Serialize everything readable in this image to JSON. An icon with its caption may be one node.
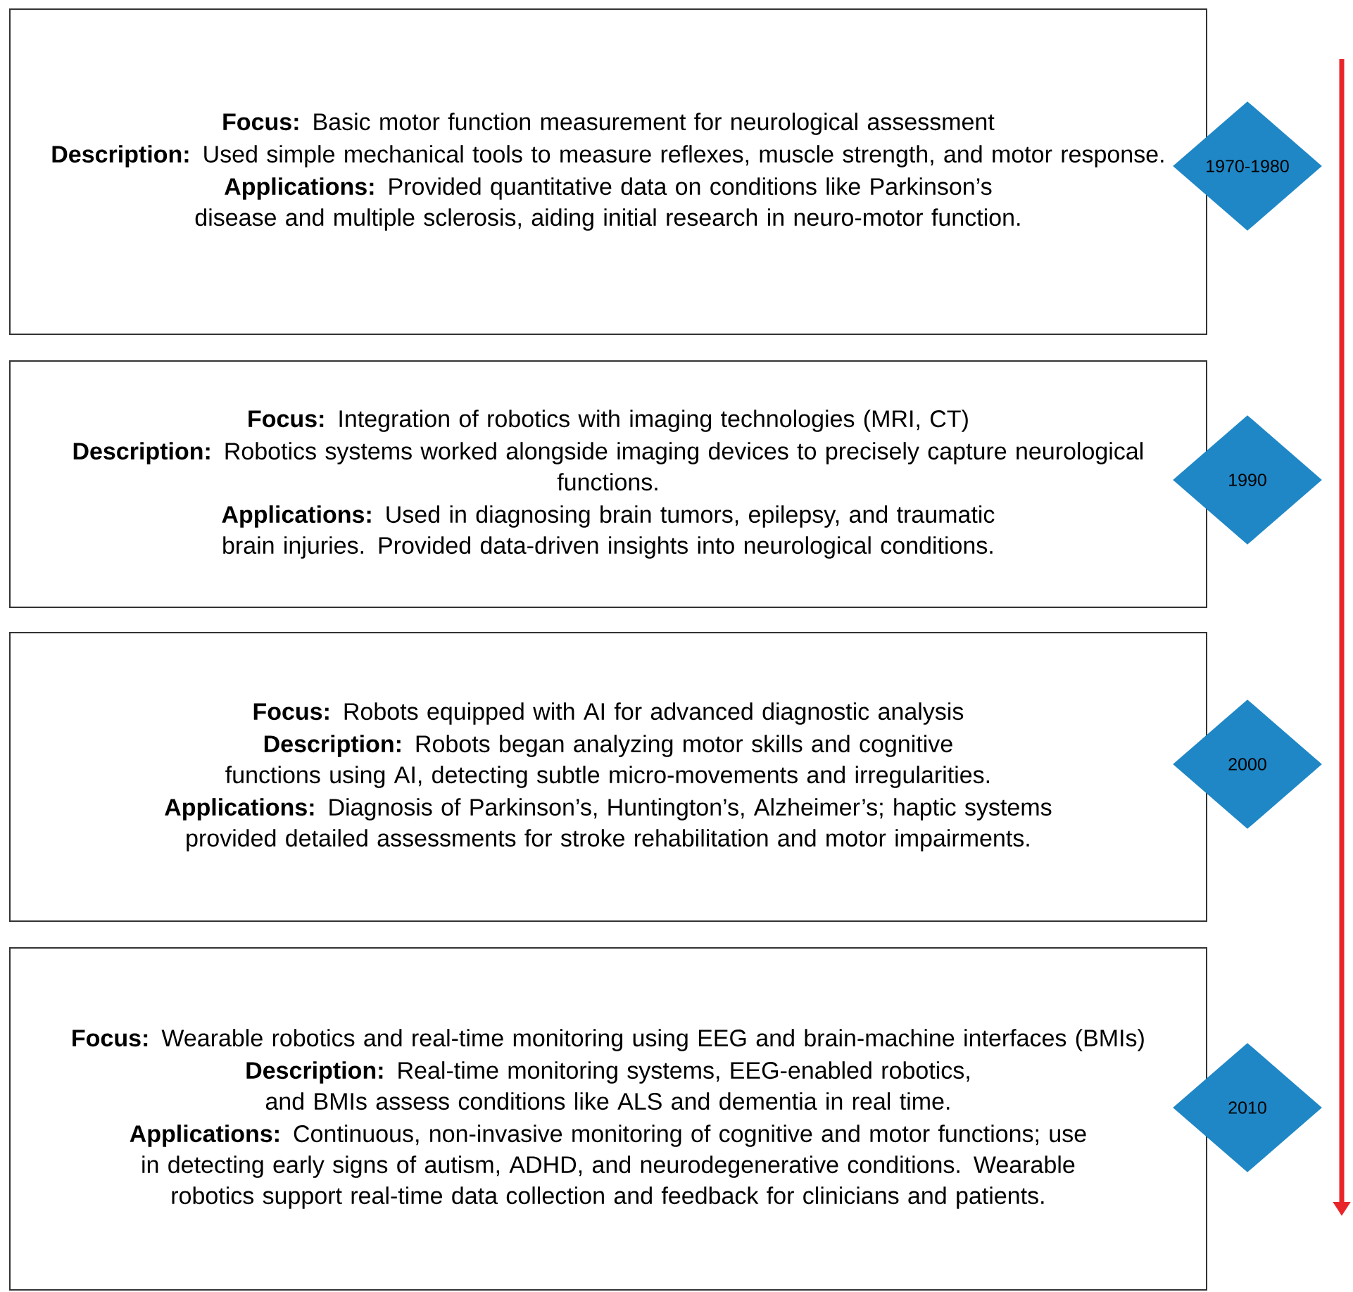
{
  "diagram": {
    "nodes": [
      {
        "text": [
          "**Focus:** Basic motor function measurement for neurological assessment",
          "**Description:** Used simple mechanical tools to measure reflexes, muscle strength, and motor response.",
          "**Applications:** Provided quantitative data on conditions like Parkinson’s disease and multiple sclerosis, aiding initial research in neuro-motor function."
        ]
      },
      {
        "text": [
          "1970-1980"
        ]
      },
      {
        "text": [
          "**Focus:** Integration of robotics with imaging technologies (MRI, CT)",
          "**Description:** Robotics systems worked alongside imaging devices to precisely capture neurological functions.",
          "**Applications:** Used in diagnosing brain tumors, epilepsy, and traumatic brain injuries. Provided data-driven insights into neurological conditions."
        ]
      },
      {
        "text": [
          "1990"
        ]
      },
      {
        "text": [
          "**Focus:** Robots equipped with AI for advanced diagnostic analysis",
          "**Description:** Robots began analyzing motor skills and cognitive functions using AI, detecting subtle micro-movements and irregularities.",
          "**Applications:** Diagnosis of Parkinson’s, Huntington’s, Alzheimer’s; haptic systems provided detailed assessments for stroke rehabilitation and motor impairments."
        ]
      },
      {
        "text": [
          "2000"
        ]
      },
      {
        "text": [
          "**Focus:** Wearable robotics and real-time monitoring using EEG and brain-machine interfaces (BMIs)",
          "**Description:** Real-time monitoring systems, EEG-enabled robotics, and BMIs assess conditions like ALS and dementia in real time.",
          "**Applications:** Continuous, non-invasive monitoring of cognitive and motor functions; use in detecting early signs of autism, ADHD, and neurodegenerative conditions. Wearable robotics support real-time data collection and feedback for clinicians and patients."
        ]
      },
      {
        "text": [
          "2010"
        ]
      }
    ]
  }
}
